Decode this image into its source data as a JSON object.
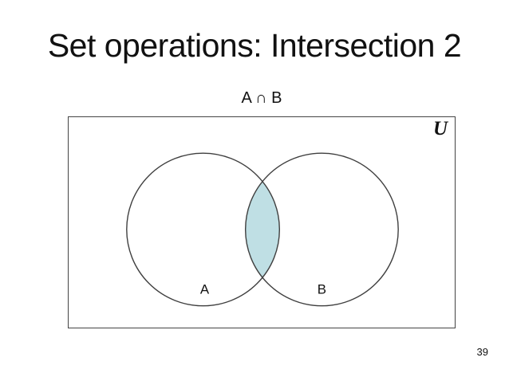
{
  "slide": {
    "title": "Set operations: Intersection 2",
    "caption": "A ∩ B",
    "universe_label": "U",
    "set_a_label": "A",
    "set_b_label": "B",
    "page_number": "39",
    "colors": {
      "background": "#ffffff",
      "text": "#111111",
      "outline": "#3f3f3f",
      "box_border": "#444444",
      "intersection_fill": "#bfdfe4"
    }
  }
}
